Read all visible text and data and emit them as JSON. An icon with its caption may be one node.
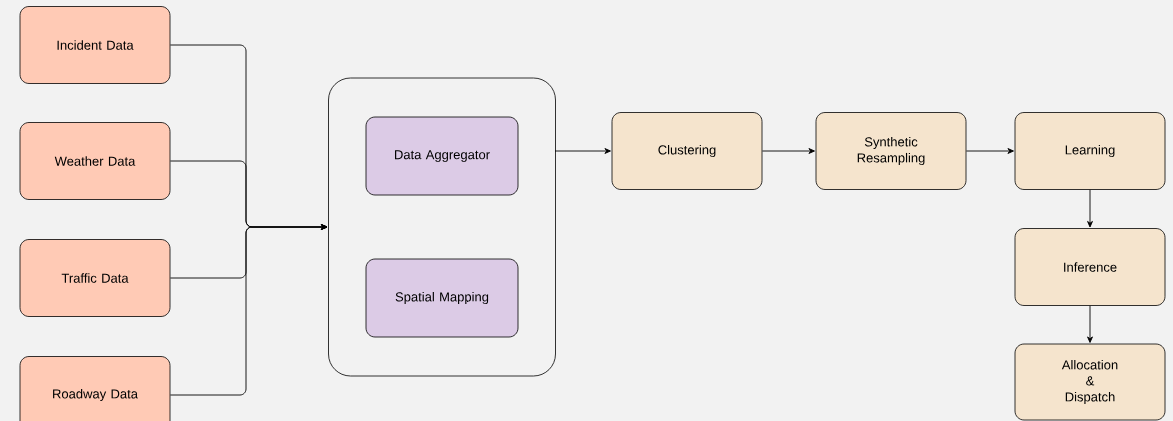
{
  "diagram": {
    "nodes": [
      {
        "text": [
          "Incident Data"
        ]
      },
      {
        "text": [
          "Weather Data"
        ]
      },
      {
        "text": [
          "Traffic Data"
        ]
      },
      {
        "text": [
          "Roadway Data"
        ]
      },
      {
        "text": [],
        "shape": "box"
      },
      {
        "text": [
          "Data Aggregator"
        ],
        "in": 4
      },
      {
        "text": [
          "Spatial Mapping"
        ],
        "in": 4
      },
      {
        "text": [
          "Clustering"
        ]
      },
      {
        "text": [
          "Synthetic Resampling"
        ]
      },
      {
        "text": [
          "Learning"
        ]
      },
      {
        "text": [
          "Inference"
        ]
      },
      {
        "text": [
          "Allocation & Dispatch"
        ]
      }
    ],
    "edges": [
      {
        "from": 0,
        "to": 4,
        "arrow": "to"
      },
      {
        "from": 1,
        "to": 4,
        "arrow": "to"
      },
      {
        "from": 2,
        "to": 4,
        "arrow": "to"
      },
      {
        "from": 3,
        "to": 4,
        "arrow": "to"
      },
      {
        "from": 4,
        "to": 7,
        "arrow": "to"
      },
      {
        "from": 7,
        "to": 8,
        "arrow": "to"
      },
      {
        "from": 8,
        "to": 9,
        "arrow": "to"
      },
      {
        "from": 9,
        "to": 10,
        "arrow": "to"
      },
      {
        "from": 10,
        "to": 11,
        "arrow": "to"
      }
    ]
  }
}
